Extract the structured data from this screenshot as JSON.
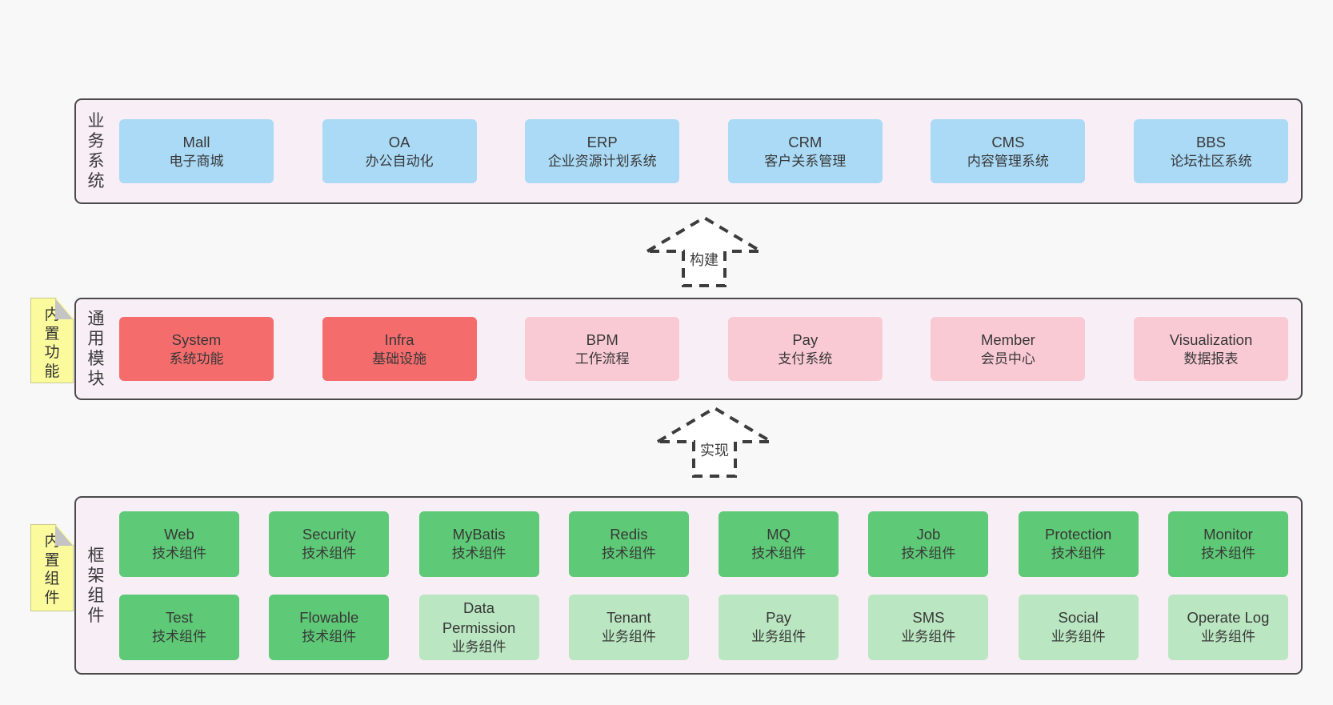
{
  "palette": {
    "blue": "#aadaf6",
    "red": "#f56c6c",
    "pink": "#facad4",
    "green": "#5ec976",
    "lightgreen": "#bae6c1",
    "band_bg": "#f8eef6",
    "band_border": "#4a4a4a",
    "sticky_bg": "#fbfb9e",
    "sticky_fold": "#c4c4c4",
    "text": "#383838"
  },
  "arrows": [
    {
      "label": "构建"
    },
    {
      "label": "实现"
    }
  ],
  "sections": [
    {
      "id": "business-systems",
      "side_label": "业务系统",
      "sticky_label": null,
      "rows": [
        [
          {
            "name": "Mall",
            "desc": "电子商城",
            "type": "blue"
          },
          {
            "name": "OA",
            "desc": "办公自动化",
            "type": "blue"
          },
          {
            "name": "ERP",
            "desc": "企业资源计划系统",
            "type": "blue"
          },
          {
            "name": "CRM",
            "desc": "客户关系管理",
            "type": "blue"
          },
          {
            "name": "CMS",
            "desc": "内容管理系统",
            "type": "blue"
          },
          {
            "name": "BBS",
            "desc": "论坛社区系统",
            "type": "blue"
          }
        ]
      ]
    },
    {
      "id": "common-modules",
      "side_label": "通用模块",
      "sticky_label": "内置功能",
      "rows": [
        [
          {
            "name": "System",
            "desc": "系统功能",
            "type": "red"
          },
          {
            "name": "Infra",
            "desc": "基础设施",
            "type": "red"
          },
          {
            "name": "BPM",
            "desc": "工作流程",
            "type": "pink"
          },
          {
            "name": "Pay",
            "desc": "支付系统",
            "type": "pink"
          },
          {
            "name": "Member",
            "desc": "会员中心",
            "type": "pink"
          },
          {
            "name": "Visualization",
            "desc": "数据报表",
            "type": "pink"
          }
        ]
      ]
    },
    {
      "id": "framework-components",
      "side_label": "框架组件",
      "sticky_label": "内置组件",
      "rows": [
        [
          {
            "name": "Web",
            "desc": "技术组件",
            "type": "green"
          },
          {
            "name": "Security",
            "desc": "技术组件",
            "type": "green"
          },
          {
            "name": "MyBatis",
            "desc": "技术组件",
            "type": "green"
          },
          {
            "name": "Redis",
            "desc": "技术组件",
            "type": "green"
          },
          {
            "name": "MQ",
            "desc": "技术组件",
            "type": "green"
          },
          {
            "name": "Job",
            "desc": "技术组件",
            "type": "green"
          },
          {
            "name": "Protection",
            "desc": "技术组件",
            "type": "green"
          },
          {
            "name": "Monitor",
            "desc": "技术组件",
            "type": "green"
          }
        ],
        [
          {
            "name": "Test",
            "desc": "技术组件",
            "type": "green"
          },
          {
            "name": "Flowable",
            "desc": "技术组件",
            "type": "green"
          },
          {
            "name": "Data Permission",
            "desc": "业务组件",
            "type": "lightgreen"
          },
          {
            "name": "Tenant",
            "desc": "业务组件",
            "type": "lightgreen"
          },
          {
            "name": "Pay",
            "desc": "业务组件",
            "type": "lightgreen"
          },
          {
            "name": "SMS",
            "desc": "业务组件",
            "type": "lightgreen"
          },
          {
            "name": "Social",
            "desc": "业务组件",
            "type": "lightgreen"
          },
          {
            "name": "Operate Log",
            "desc": "业务组件",
            "type": "lightgreen"
          }
        ]
      ]
    }
  ]
}
